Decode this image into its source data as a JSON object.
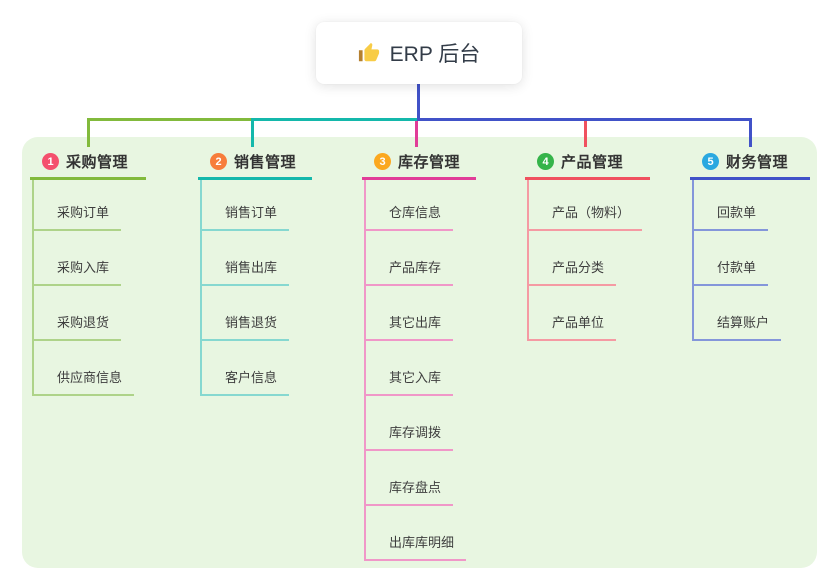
{
  "root": {
    "icon": "thumbs-up-icon",
    "label": "ERP 后台"
  },
  "branches": [
    {
      "index": "1",
      "label": "采购管理",
      "badge_color": "#f4506d",
      "line_color": "#82ba3c",
      "child_line_color": "#aed389",
      "children": [
        "采购订单",
        "采购入库",
        "采购退货",
        "供应商信息"
      ]
    },
    {
      "index": "2",
      "label": "销售管理",
      "badge_color": "#f77d3b",
      "line_color": "#14b8ab",
      "child_line_color": "#86d8d0",
      "children": [
        "销售订单",
        "销售出库",
        "销售退货",
        "客户信息"
      ]
    },
    {
      "index": "3",
      "label": "库存管理",
      "badge_color": "#fba81f",
      "line_color": "#e13d98",
      "child_line_color": "#f097c8",
      "children": [
        "仓库信息",
        "产品库存",
        "其它出库",
        "其它入库",
        "库存调拨",
        "库存盘点",
        "出库库明细"
      ]
    },
    {
      "index": "4",
      "label": "产品管理",
      "badge_color": "#35b44a",
      "line_color": "#f0515f",
      "child_line_color": "#f59aa3",
      "children": [
        "产品（物料）",
        "产品分类",
        "产品单位"
      ]
    },
    {
      "index": "5",
      "label": "财务管理",
      "badge_color": "#2aa8e0",
      "line_color": "#4152c8",
      "child_line_color": "#8496da",
      "children": [
        "回款单",
        "付款单",
        "结算账户"
      ]
    }
  ],
  "colors": {
    "canvas_background": "#e8f6e1",
    "page_background": "#ffffff",
    "root_connector": "#4152c8",
    "root_text": "#333c48",
    "branch_title_text": "#333333",
    "child_text": "#3e3e3e",
    "thumb_hand": "#f8cc46",
    "thumb_cuff": "#b5802f"
  }
}
